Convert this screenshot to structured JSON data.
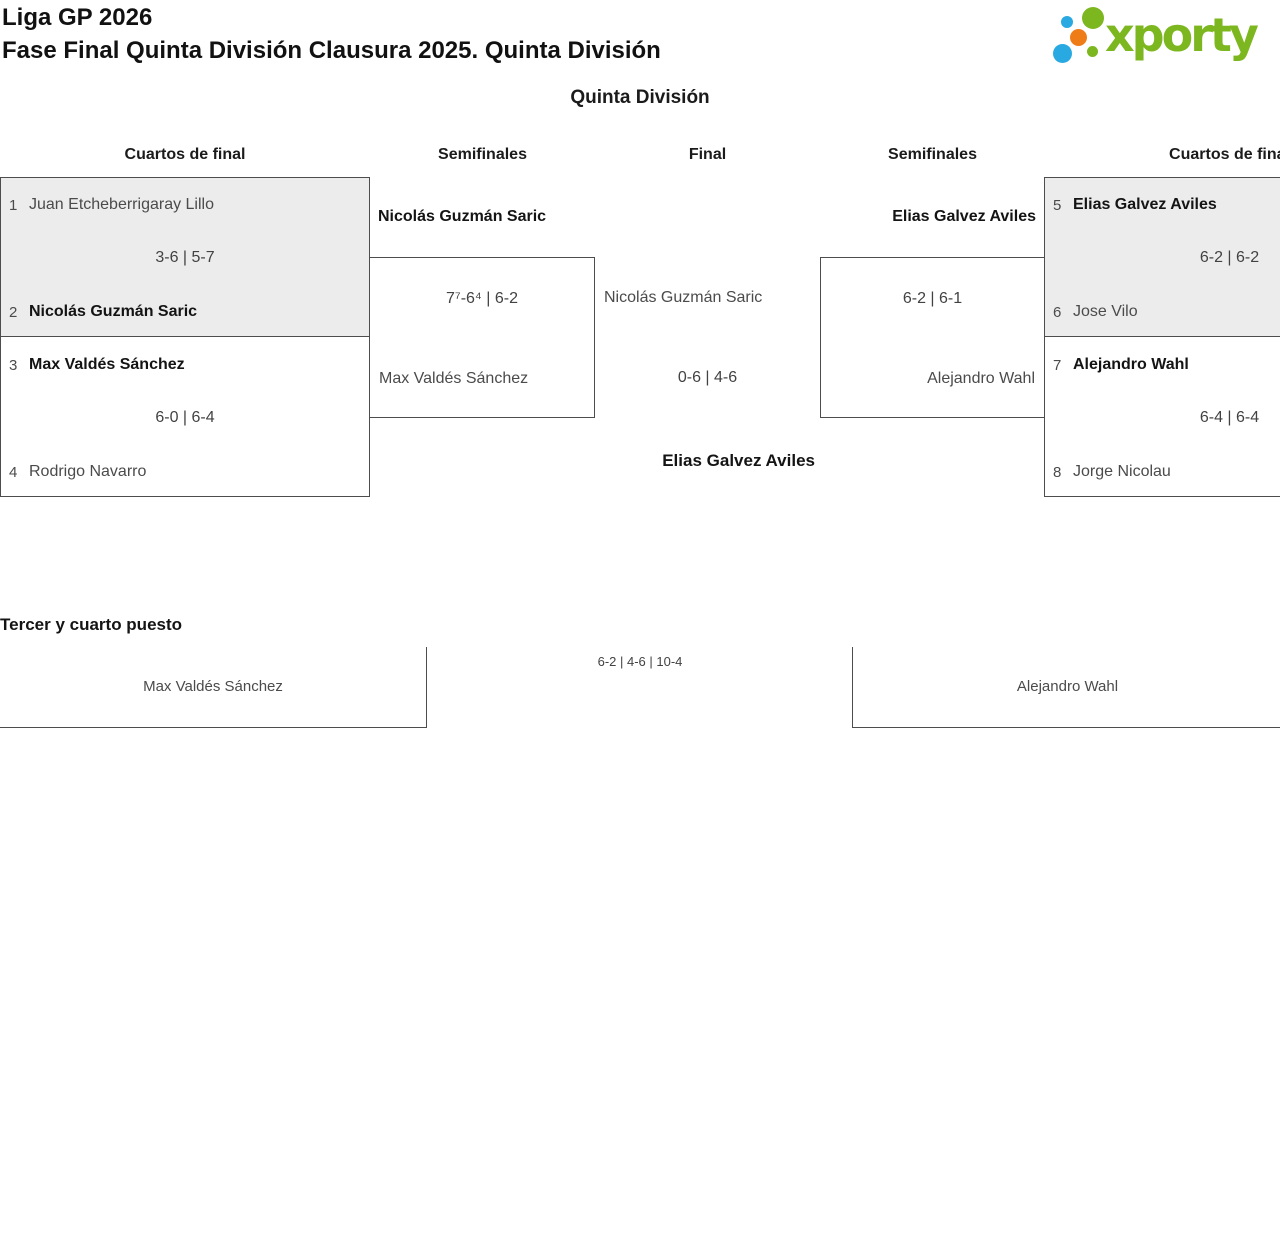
{
  "header": {
    "title_line1": "Liga GP 2026",
    "title_line2": "Fase Final Quinta División Clausura 2025. Quinta División",
    "logo_text": "xporty"
  },
  "division_heading": "Quinta División",
  "rounds": [
    "Cuartos de final",
    "Semifinales",
    "Final",
    "Semifinales",
    "Cuartos de final"
  ],
  "matches": {
    "qf1": {
      "seed_top": "1",
      "player_top": "Juan Etcheberrigaray Lillo",
      "score": "3-6 | 5-7",
      "seed_bottom": "2",
      "player_bottom": "Nicolás Guzmán Saric"
    },
    "qf2": {
      "seed_top": "3",
      "player_top": "Max Valdés Sánchez",
      "score": "6-0 | 6-4",
      "seed_bottom": "4",
      "player_bottom": "Rodrigo Navarro"
    },
    "sf_left": {
      "winner": "Nicolás Guzmán Saric",
      "score": "7⁷-6⁴ | 6-2",
      "loser": "Max Valdés Sánchez"
    },
    "final": {
      "finalist": "Nicolás Guzmán Saric",
      "score": "0-6 | 4-6",
      "champion": "Elias Galvez Aviles"
    },
    "sf_right": {
      "winner": "Elias Galvez Aviles",
      "score": "6-2 | 6-1",
      "loser": "Alejandro Wahl"
    },
    "qf3": {
      "seed_top": "5",
      "player_top": "Elias Galvez Aviles",
      "score": "6-2 | 6-2",
      "seed_bottom": "6",
      "player_bottom": "Jose Vilo"
    },
    "qf4": {
      "seed_top": "7",
      "player_top": "Alejandro Wahl",
      "score": "6-4 | 6-4",
      "seed_bottom": "8",
      "player_bottom": "Jorge Nicolau"
    }
  },
  "third_place": {
    "heading": "Tercer y cuarto puesto",
    "player_left": "Max Valdés Sánchez",
    "score": "6-2 | 4-6 | 10-4",
    "player_right": "Alejandro Wahl"
  },
  "colors": {
    "brand_green": "#7cb71f",
    "brand_blue": "#29a9e1",
    "brand_orange": "#ee7d18",
    "box_shaded": "#ececec",
    "box_border": "#4d4d4d"
  }
}
